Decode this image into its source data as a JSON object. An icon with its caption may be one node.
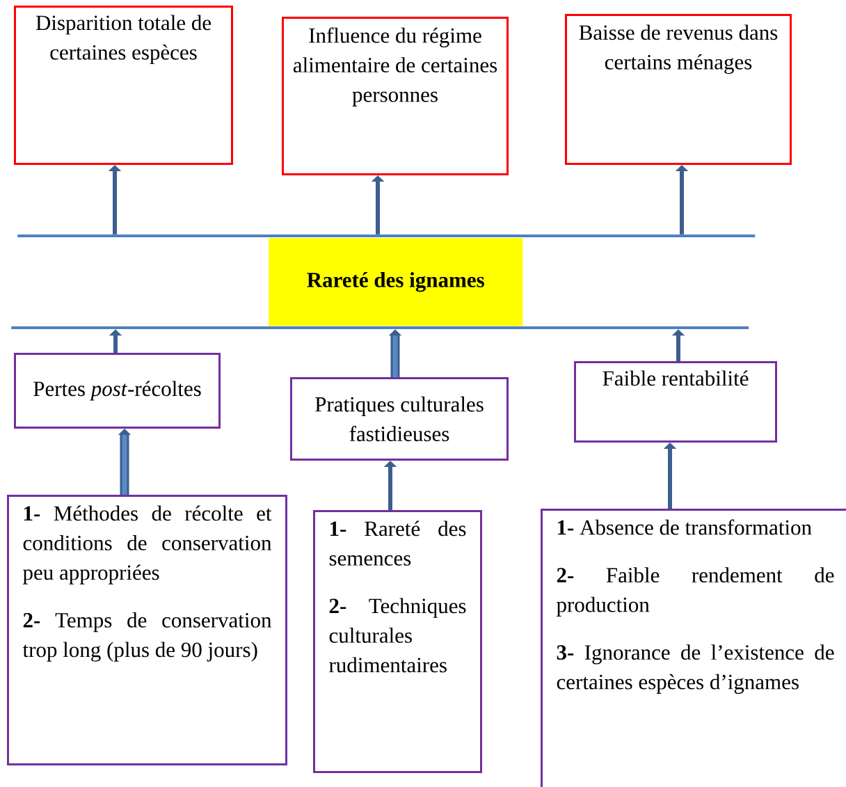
{
  "diagram": {
    "nodes": [
      {
        "text": [
          "Disparition totale de certaines espèces"
        ]
      },
      {
        "text": [
          "Influence du régime alimentaire de certaines personnes"
        ]
      },
      {
        "text": [
          "Baisse de revenus dans certains ménages"
        ]
      },
      {
        "text": [],
        "shape": "bar"
      },
      {
        "text": [
          "Rareté des ignames"
        ]
      },
      {
        "text": [],
        "shape": "bar"
      },
      {
        "text": [
          "Pertes *post*-récoltes"
        ]
      },
      {
        "text": [
          "Pratiques culturales fastidieuses"
        ]
      },
      {
        "text": [
          "Faible rentabilité"
        ]
      },
      {
        "text": [
          "**1-** Méthodes de récolte et conditions de conservation peu appropriées",
          "**2-** Temps de conservation trop long (plus de 90 jours)"
        ]
      },
      {
        "text": [
          "**1-** Rareté des semences",
          "**2-** Techniques culturales rudimentaires"
        ]
      },
      {
        "text": [
          "**1-** Absence de transformation",
          "**2-** Faible rendement de production",
          "**3-** Ignorance de l’existence de certaines espèces d’ignames"
        ]
      }
    ],
    "edges": [
      {
        "from": 3,
        "to": 0,
        "arrow": "to"
      },
      {
        "from": 3,
        "to": 1,
        "arrow": "to"
      },
      {
        "from": 3,
        "to": 2,
        "arrow": "to"
      },
      {
        "from": 6,
        "to": 5,
        "arrow": "to"
      },
      {
        "from": 7,
        "to": 5,
        "arrow": "to",
        "style": "thick"
      },
      {
        "from": 8,
        "to": 5,
        "arrow": "to"
      },
      {
        "from": 9,
        "to": 6,
        "arrow": "to",
        "style": "thick"
      },
      {
        "from": 10,
        "to": 7,
        "arrow": "to"
      },
      {
        "from": 11,
        "to": 8,
        "arrow": "to"
      }
    ]
  }
}
